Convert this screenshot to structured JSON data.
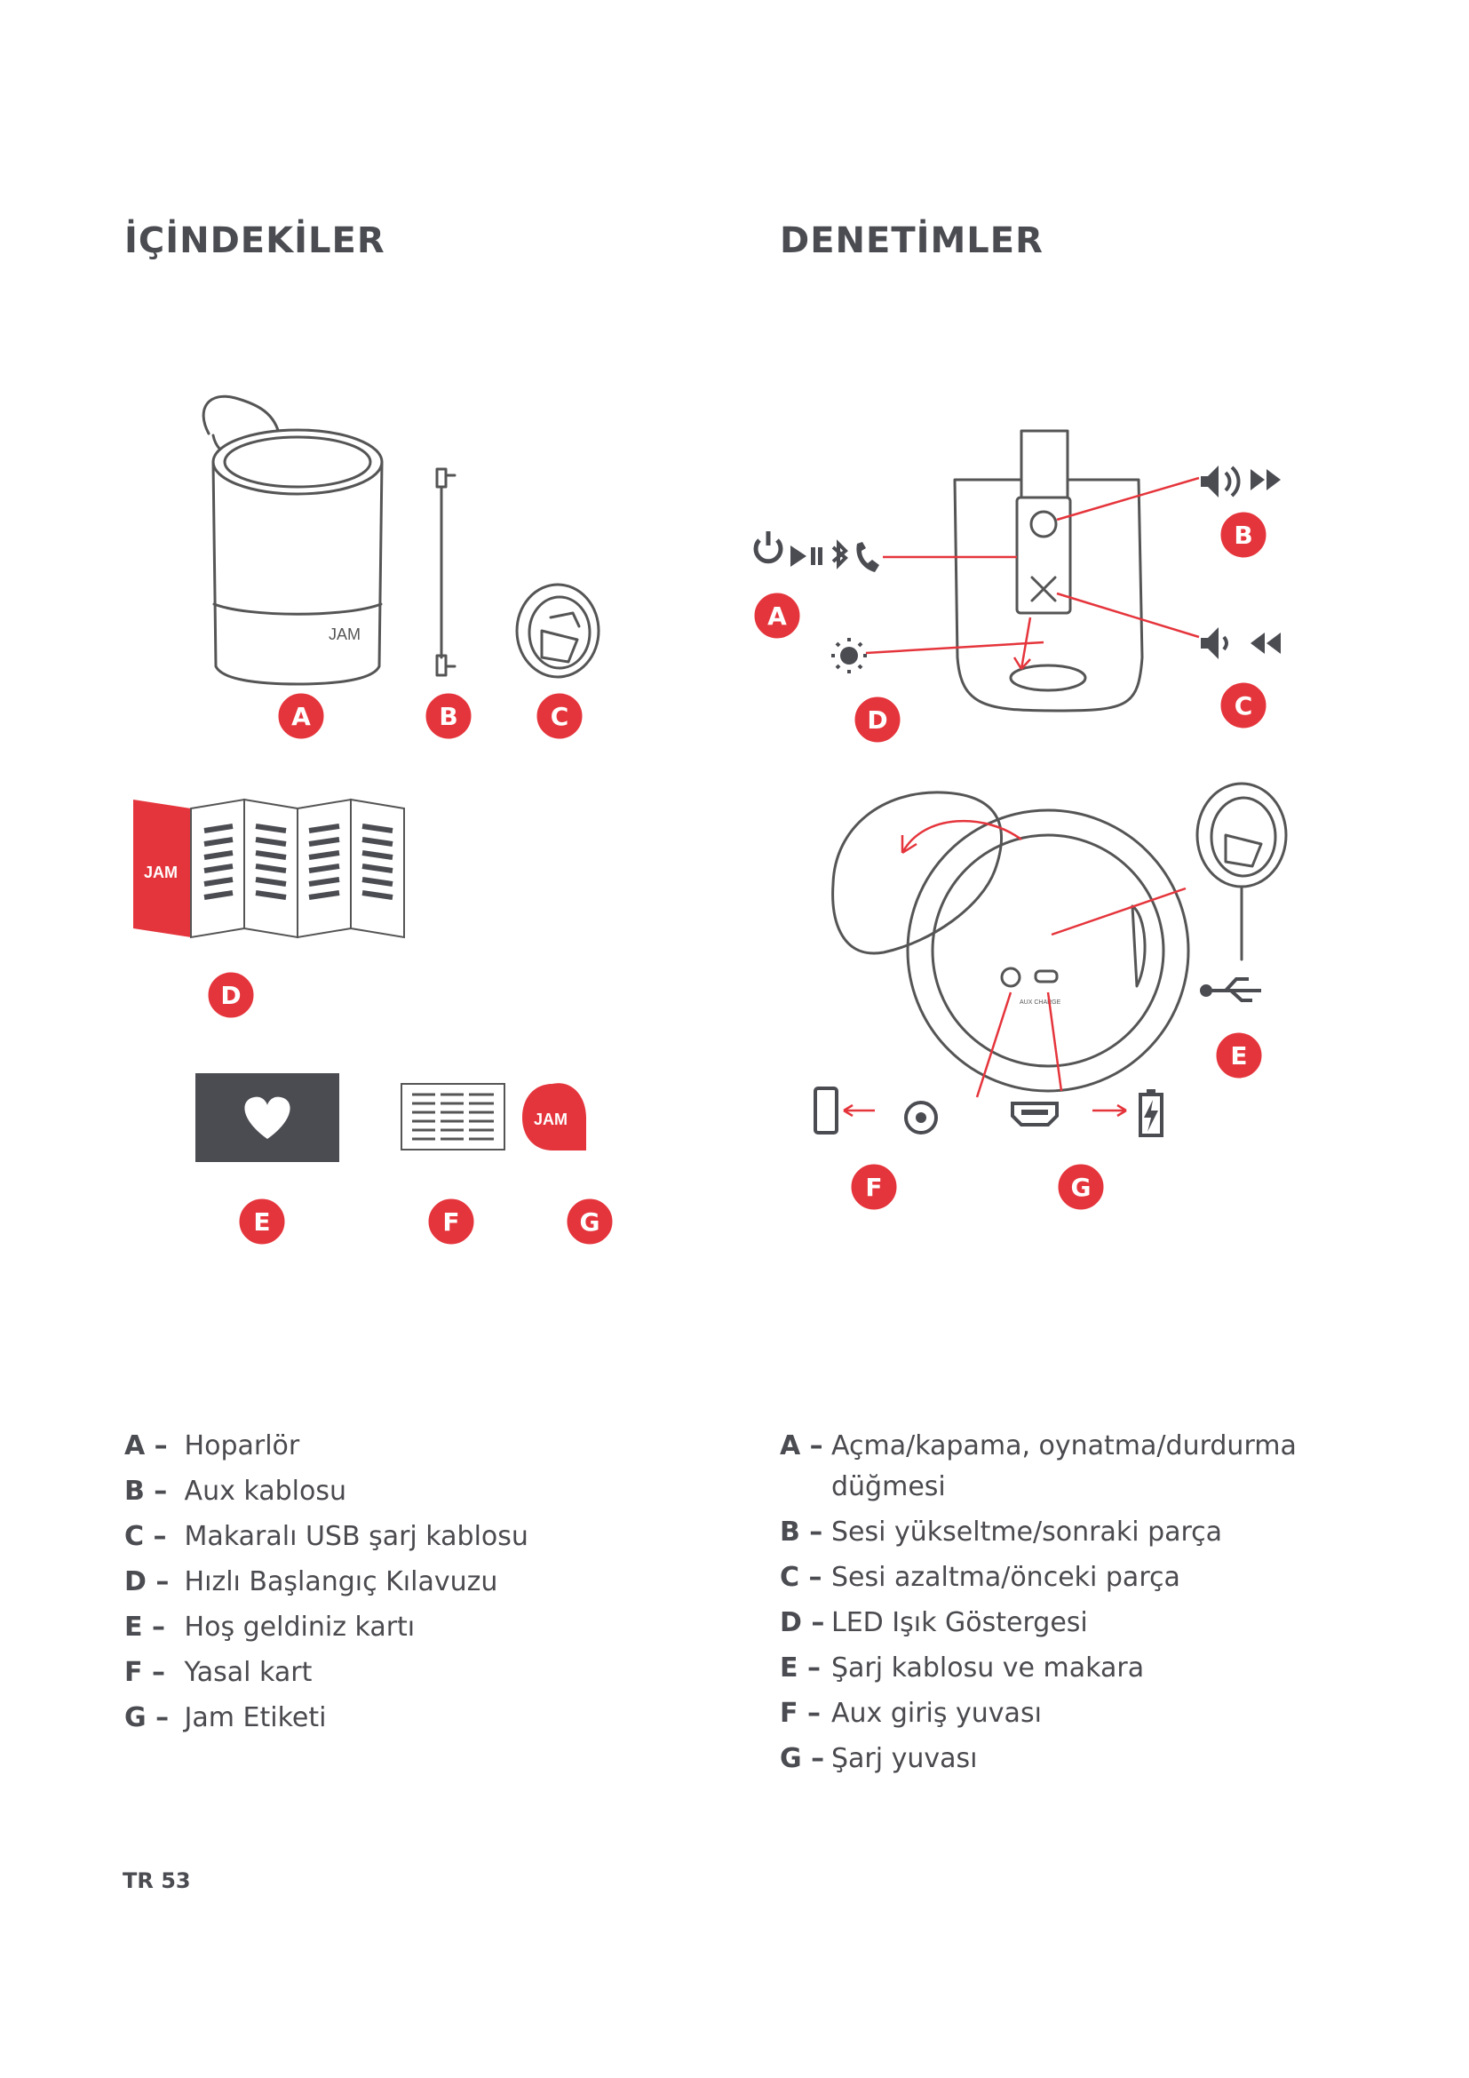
{
  "headings": {
    "contents": "İÇİNDEKİLER",
    "controls": "DENETİMLER"
  },
  "contents_items": [
    {
      "key": "A –",
      "text": "Hoparlör"
    },
    {
      "key": "B –",
      "text": "Aux kablosu"
    },
    {
      "key": "C –",
      "text": "Makaralı USB şarj kablosu"
    },
    {
      "key": "D –",
      "text": "Hızlı Başlangıç Kılavuzu"
    },
    {
      "key": "E –",
      "text": "Hoş geldiniz kartı"
    },
    {
      "key": "F –",
      "text": "Yasal kart"
    },
    {
      "key": "G –",
      "text": "Jam Etiketi"
    }
  ],
  "controls_items": [
    {
      "key": "A –",
      "text": "Açma/kapama, oynatma/durdurma düğmesi"
    },
    {
      "key": "B –",
      "text": "Sesi yükseltme/sonraki parça"
    },
    {
      "key": "C –",
      "text": "Sesi azaltma/önceki parça"
    },
    {
      "key": "D –",
      "text": "LED Işık Göstergesi"
    },
    {
      "key": "E –",
      "text": "Şarj kablosu ve makara"
    },
    {
      "key": "F –",
      "text": "Aux giriş yuvası"
    },
    {
      "key": "G –",
      "text": "Şarj yuvası"
    }
  ],
  "figure_left_callouts": [
    "A",
    "B",
    "C",
    "D",
    "E",
    "F",
    "G"
  ],
  "figure_right_callouts": [
    "A",
    "B",
    "C",
    "D",
    "E",
    "F",
    "G"
  ],
  "brand_label": "JAM",
  "port_label": "AUX CHARGE",
  "footer": "TR 53",
  "colors": {
    "accent": "#e5353c",
    "text": "#4b4c52",
    "line": "#555555"
  },
  "icons": [
    "power-icon",
    "play-pause-icon",
    "bluetooth-icon",
    "phone-icon",
    "volume-up-icon",
    "fast-forward-icon",
    "volume-down-icon",
    "rewind-icon",
    "led-sun-icon",
    "usb-icon",
    "smartphone-icon",
    "aux-jack-icon",
    "micro-usb-port-icon",
    "battery-charge-icon",
    "heart-icon"
  ]
}
